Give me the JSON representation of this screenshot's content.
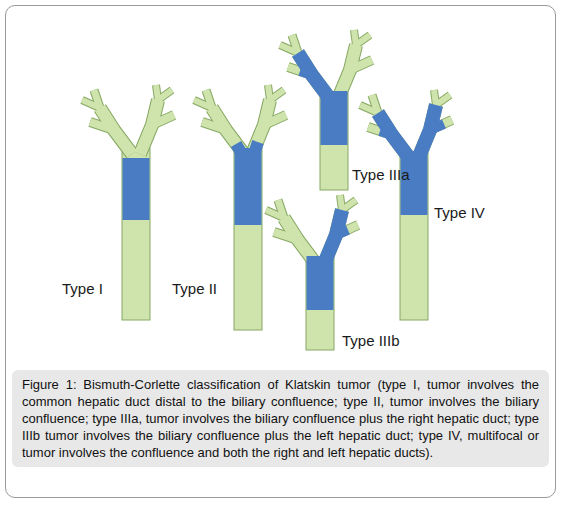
{
  "diagram": {
    "caption": "Figure 1: Bismuth-Corlette classification of Klatskin tumor (type I, tumor involves the common hepatic duct distal to the biliary confluence; type II, tumor involves the biliary confluence; type IIIa, tumor involves the biliary confluence plus the right hepatic duct; type IIIb tumor involves the biliary confluence plus the left hepatic duct; type IV, multifocal or tumor involves the confluence and both the right and left hepatic ducts).",
    "labels": [
      "Type IIIa",
      "Type IV",
      "Type I",
      "Type II",
      "Type IIIb"
    ]
  }
}
